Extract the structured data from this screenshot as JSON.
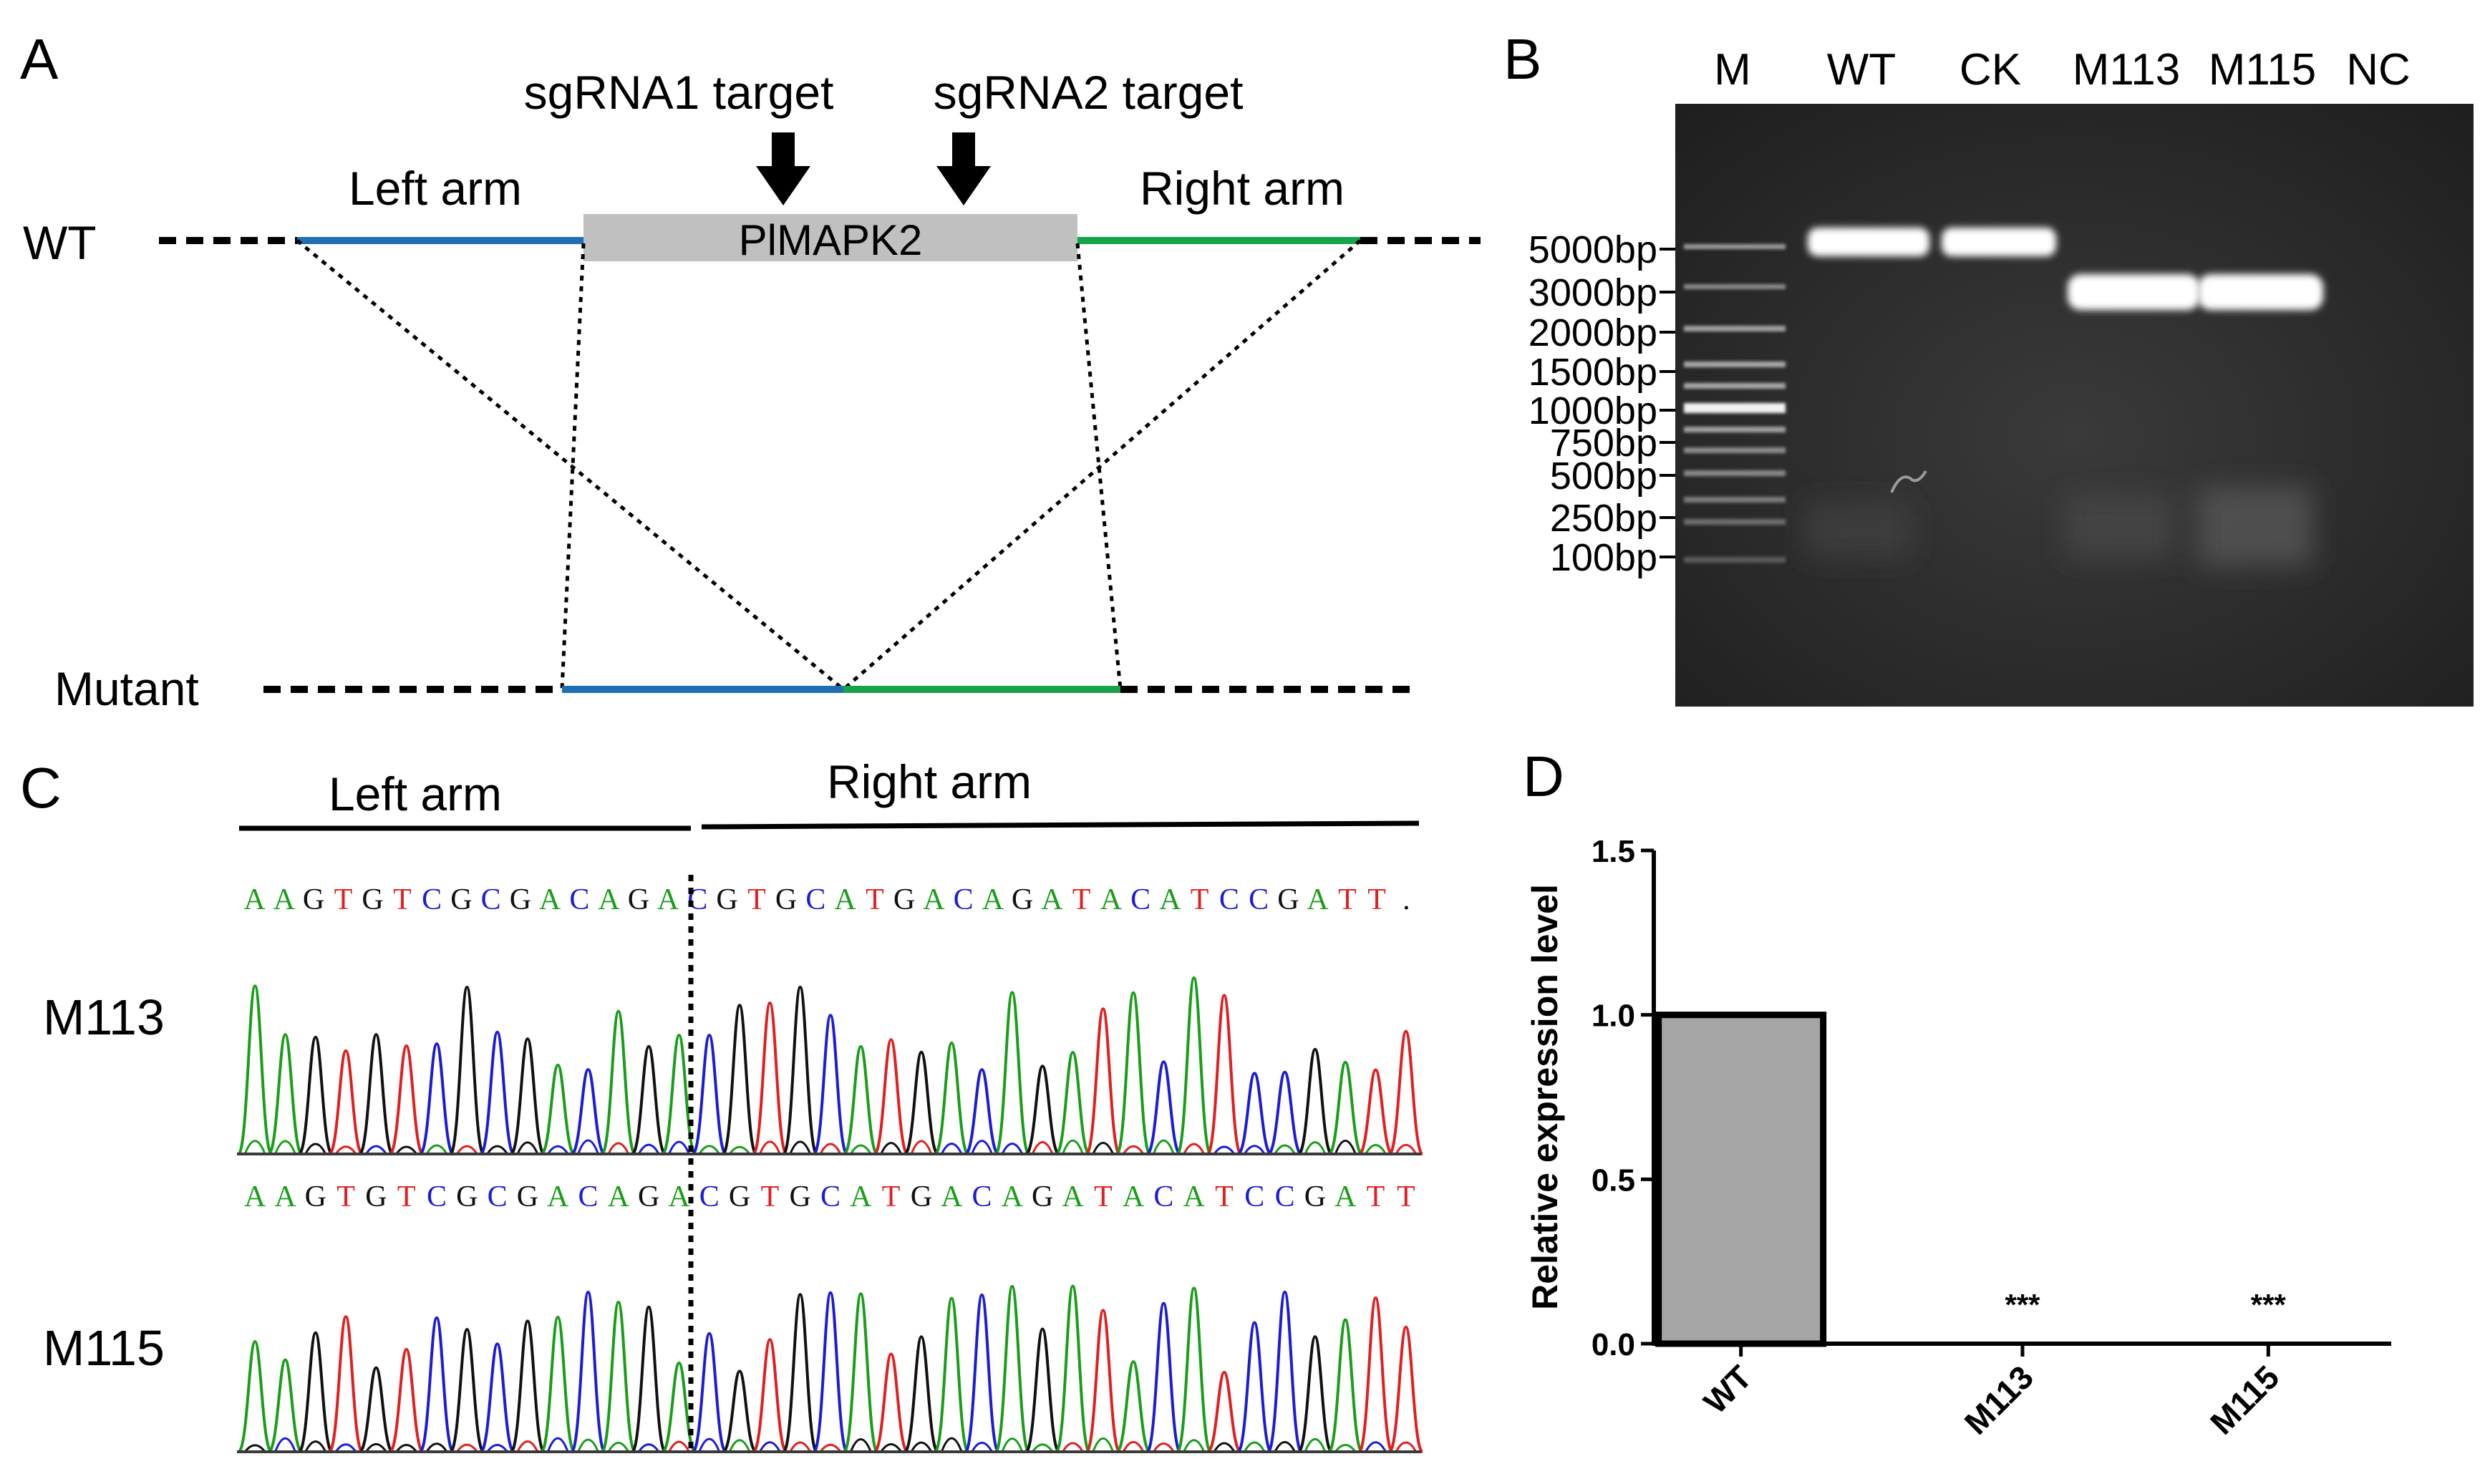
{
  "panel_labels": [
    "A",
    "B",
    "C",
    "D"
  ],
  "panel_a": {
    "wt_label": "WT",
    "mutant_label": "Mutant",
    "left_arm": "Left arm",
    "right_arm": "Right arm",
    "gene": "PlMAPK2",
    "sgrna1": "sgRNA1 target",
    "sgrna2": "sgRNA2 target",
    "colors": {
      "left_arm": "#1f6fb2",
      "right_arm": "#16a34a",
      "gene_box": "#c0c0c0"
    }
  },
  "panel_b": {
    "lanes": [
      "M",
      "WT",
      "CK",
      "M113",
      "M115",
      "NC"
    ],
    "ladder": [
      "5000bp",
      "3000bp",
      "2000bp",
      "1500bp",
      "1000bp",
      "750bp",
      "500bp",
      "250bp",
      "100bp"
    ]
  },
  "panel_c": {
    "left_arm": "Left arm",
    "right_arm": "Right arm",
    "samples": [
      "M113",
      "M115"
    ],
    "seq_top": "AAGTGTCGCGACAGACGTGCATGACAGATACATCCGATT.",
    "seq_bottom": "AAGTGTCGCGACAGACGTGCATGACAGATACATCCGATT",
    "base_colors": {
      "A": "#1a9e1a",
      "C": "#1c1cd6",
      "G": "#111111",
      "T": "#e02020"
    }
  },
  "chart_data": {
    "type": "bar",
    "categories": [
      "WT",
      "M113",
      "M115"
    ],
    "values": [
      1.0,
      0.0,
      0.0
    ],
    "ylabel": "Relative expression level",
    "xlabel": "",
    "ylim": [
      0,
      1.5
    ],
    "yticks": [
      "0.0",
      "0.5",
      "1.0",
      "1.5"
    ],
    "annotations": [
      "",
      "***",
      "***"
    ],
    "bar_color": "#a6a6a6"
  }
}
